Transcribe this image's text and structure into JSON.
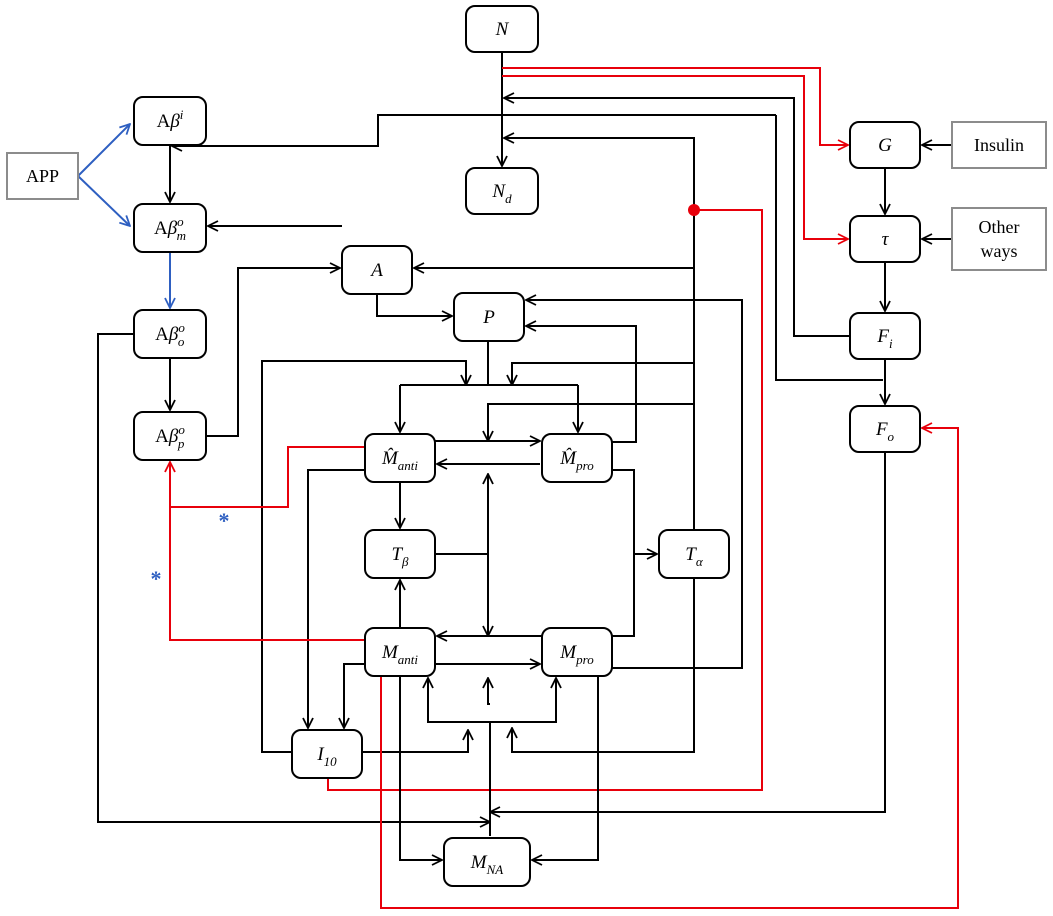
{
  "colors": {
    "black": "#000000",
    "red": "#e8000b",
    "blue": "#2e5fc1",
    "external_border": "#8c8c8c"
  },
  "external_inputs": {
    "app": "APP",
    "insulin": "Insulin",
    "other_ways_line1": "Other",
    "other_ways_line2": "ways"
  },
  "nodes": {
    "N": {
      "base": "N",
      "sub": "",
      "sup": ""
    },
    "Nd": {
      "base": "N",
      "sub": "d",
      "sup": ""
    },
    "G": {
      "base": "G",
      "sub": "",
      "sup": ""
    },
    "tau": {
      "base": "τ",
      "sub": "",
      "sup": ""
    },
    "Fi": {
      "base": "F",
      "sub": "i",
      "sup": ""
    },
    "Fo": {
      "base": "F",
      "sub": "o",
      "sup": ""
    },
    "Abi": {
      "prefix": "A",
      "base": "β",
      "sub": "",
      "sup": "i"
    },
    "Abm": {
      "prefix": "A",
      "base": "β",
      "sub": "m",
      "sup": "o"
    },
    "Abo": {
      "prefix": "A",
      "base": "β",
      "sub": "o",
      "sup": "o"
    },
    "Abp": {
      "prefix": "A",
      "base": "β",
      "sub": "p",
      "sup": "o"
    },
    "A": {
      "base": "A",
      "sub": "",
      "sup": ""
    },
    "P": {
      "base": "P",
      "sub": "",
      "sup": ""
    },
    "Mhat_anti": {
      "base": "M̂",
      "sub": "anti",
      "sup": ""
    },
    "Mhat_pro": {
      "base": "M̂",
      "sub": "pro",
      "sup": ""
    },
    "Tbeta": {
      "base": "T",
      "sub": "β",
      "sup": ""
    },
    "Talpha": {
      "base": "T",
      "sub": "α",
      "sup": ""
    },
    "M_anti": {
      "base": "M",
      "sub": "anti",
      "sup": ""
    },
    "M_pro": {
      "base": "M",
      "sub": "pro",
      "sup": ""
    },
    "I10": {
      "base": "I",
      "sub": "10",
      "sup": ""
    },
    "M_NA": {
      "base": "M",
      "sub": "NA",
      "sup": ""
    }
  },
  "annotations": {
    "star_upper": "*",
    "star_lower": "*"
  }
}
